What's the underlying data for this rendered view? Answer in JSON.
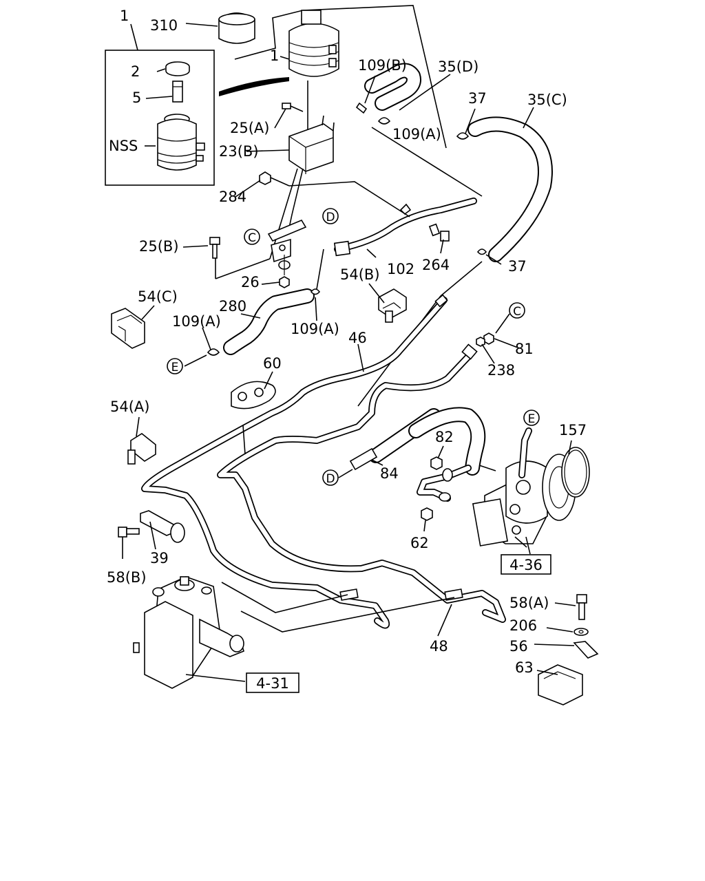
{
  "labels": {
    "p310": "310",
    "p1_kit": "1",
    "p1": "1",
    "p2": "2",
    "p5": "5",
    "nss": "NSS",
    "p109b": "109(B)",
    "p35d": "35(D)",
    "p37_top": "37",
    "p35c": "35(C)",
    "p25a": "25(A)",
    "p109a_top": "109(A)",
    "p23b": "23(B)",
    "p284": "284",
    "p25b": "25(B)",
    "p102": "102",
    "p264": "264",
    "p37_mid": "37",
    "p26": "26",
    "p54b": "54(B)",
    "p54c": "54(C)",
    "p280": "280",
    "p109a_left": "109(A)",
    "p109a_mid": "109(A)",
    "p46": "46",
    "p81": "81",
    "p238": "238",
    "p60": "60",
    "p54a": "54(A)",
    "p82": "82",
    "p157": "157",
    "p84": "84",
    "p62": "62",
    "p39": "39",
    "p58b": "58(B)",
    "p58a": "58(A)",
    "p206": "206",
    "p56": "56",
    "p63": "63",
    "p48": "48"
  },
  "refs": {
    "ref_4_36": "4-36",
    "ref_4_31": "4-31"
  },
  "markers": {
    "c_top": "C",
    "d_top": "D",
    "e_left": "E",
    "c_right": "C",
    "e_pump": "E",
    "d_bottom": "D"
  }
}
